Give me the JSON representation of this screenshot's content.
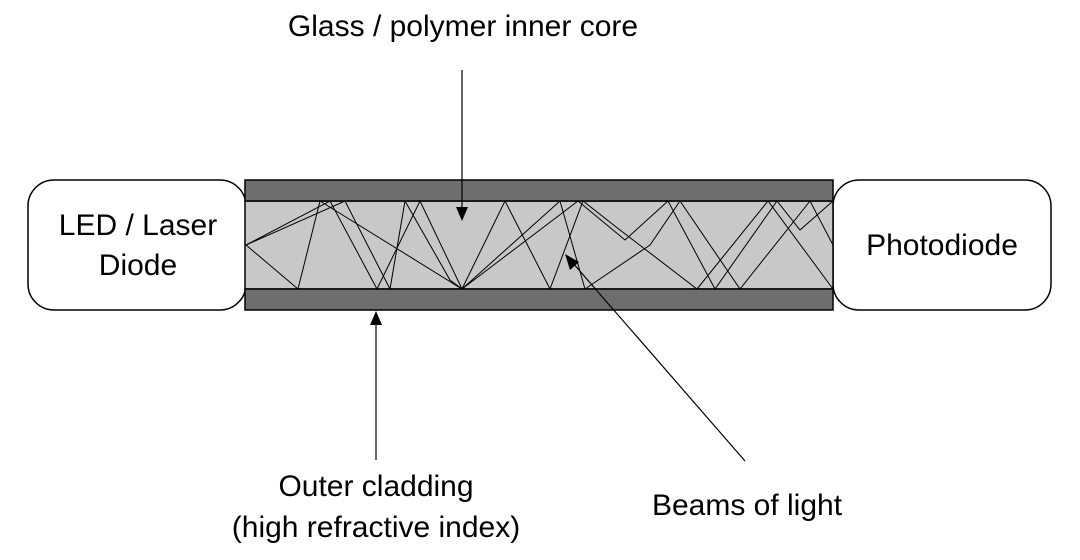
{
  "labels": {
    "core": "Glass / polymer inner core",
    "source_line1": "LED / Laser",
    "source_line2": "Diode",
    "detector": "Photodiode",
    "cladding_line1": "Outer cladding",
    "cladding_line2": "(high refractive index)",
    "beams": "Beams of light"
  },
  "colors": {
    "cladding": "#6e6e6e",
    "core": "#c8c8c8",
    "box_fill": "#ffffff",
    "stroke": "#000000"
  }
}
